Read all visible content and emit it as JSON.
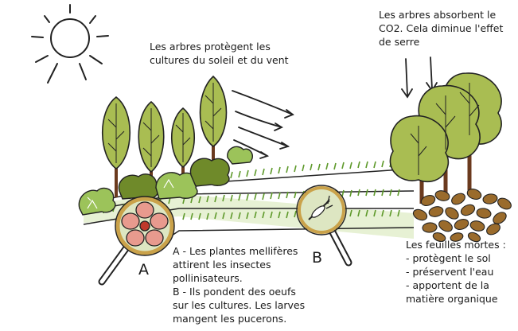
{
  "captions": {
    "protect": [
      "Les arbres protègent les",
      "cultures du soleil et du vent"
    ],
    "absorb": [
      "Les arbres absorbent le",
      "CO2. Cela diminue l'effet",
      "de serre"
    ],
    "pollinators": [
      "A - Les plantes mellifères",
      "attirent les insectes",
      "pollinisateurs.",
      "B - Ils pondent des oeufs",
      "sur les cultures. Les larves",
      "mangent les pucerons."
    ],
    "leaves": [
      "Les feuilles mortes :",
      "- protègent le sol",
      "- préservent l'eau",
      "- apportent de la",
      "matière organique"
    ]
  },
  "magnifiers": {
    "a_letter": "A",
    "b_letter": "B"
  },
  "icons": {
    "sun": "sun-icon",
    "flower": "flower-icon",
    "insect": "insect-icon"
  },
  "colors": {
    "foliage": "#a9bd52",
    "foliage_dark": "#6f8a2a",
    "trunk": "#6b3a1e",
    "grass": "#5f9a2c",
    "leaf_litter": "#9a6b2c",
    "lens_ring": "#caa24a",
    "lens_fill": "#dde6c2",
    "flower": "#e89a8e",
    "outline": "#222222"
  }
}
